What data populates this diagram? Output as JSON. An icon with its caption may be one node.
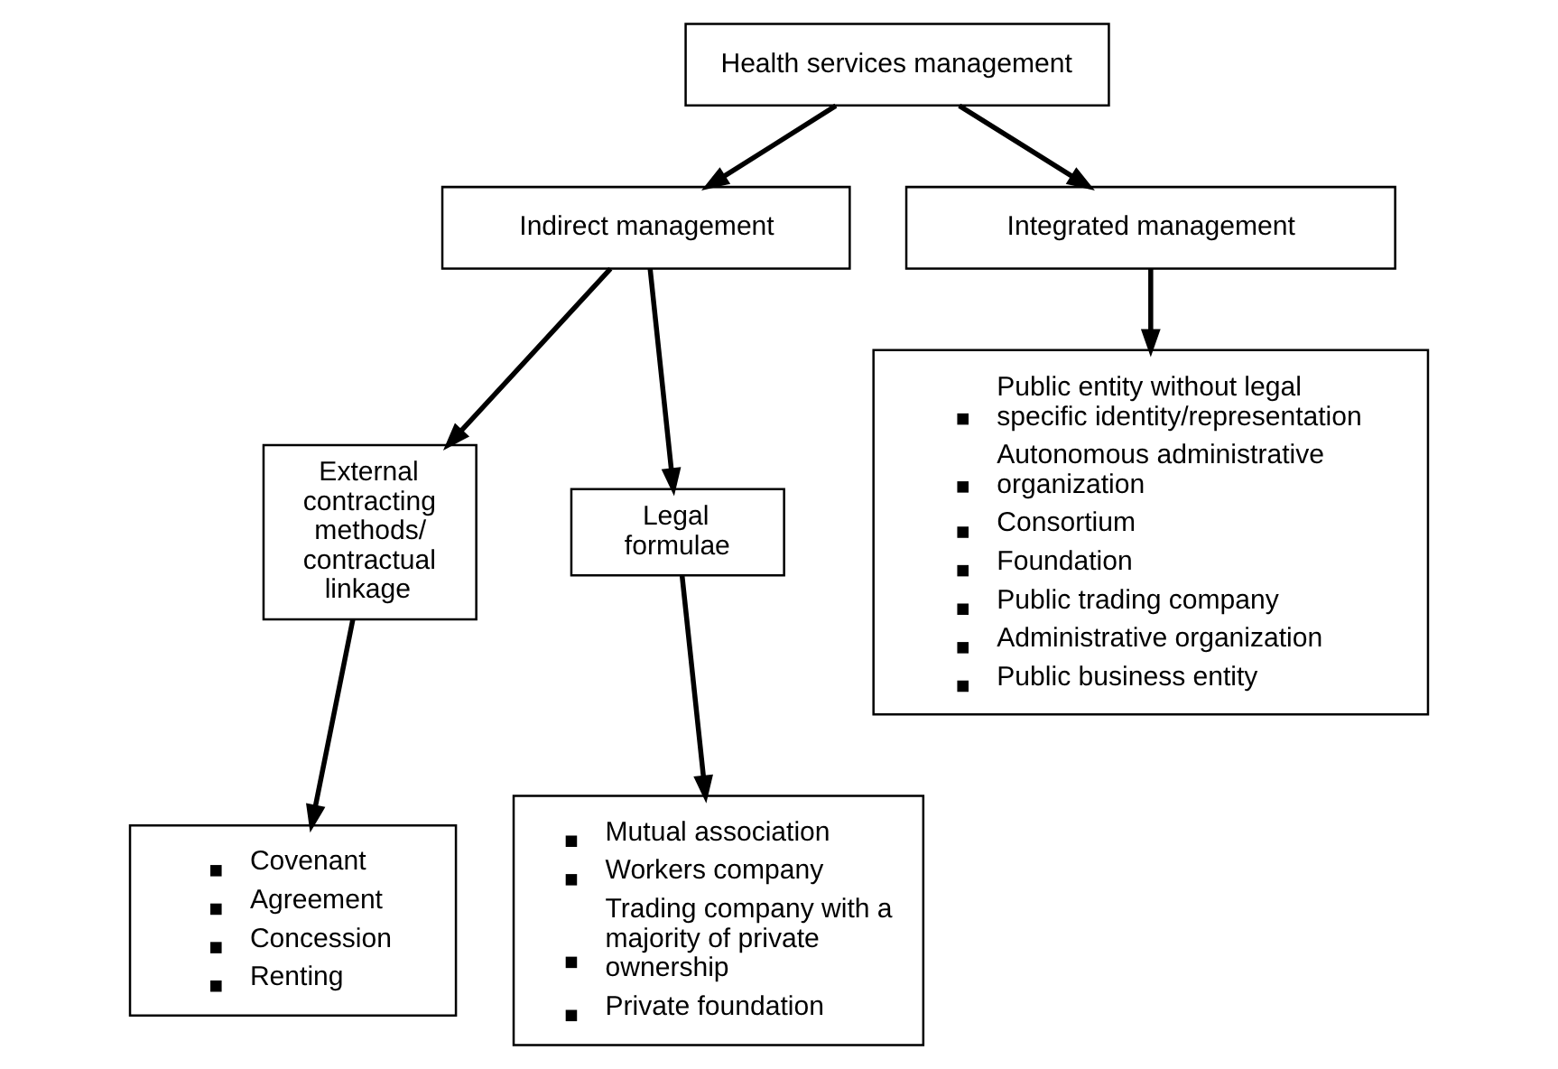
{
  "diagram": {
    "nodes": [
      {
        "text": [
          "Health services management"
        ]
      },
      {
        "text": [
          "Indirect management"
        ]
      },
      {
        "text": [
          "Integrated management"
        ]
      },
      {
        "text": [
          "External contracting methods/ contractual linkage"
        ]
      },
      {
        "text": [
          "Legal formulae"
        ]
      },
      {
        "text": [
          "Covenant",
          "Agreement",
          "Concession",
          "Renting"
        ]
      },
      {
        "text": [
          "Mutual association",
          "Workers company",
          "Trading company with a majority of private ownership",
          "Private foundation"
        ]
      },
      {
        "text": [
          "Public entity without legal specific identity/representation",
          "Autonomous administrative organization",
          "Consortium",
          "Foundation",
          "Public trading company",
          "Administrative organization",
          "Public business entity"
        ]
      }
    ],
    "edges": [
      {
        "from": 0,
        "to": 1,
        "arrow": "to"
      },
      {
        "from": 0,
        "to": 2,
        "arrow": "to"
      },
      {
        "from": 1,
        "to": 3,
        "arrow": "to"
      },
      {
        "from": 1,
        "to": 4,
        "arrow": "to"
      },
      {
        "from": 3,
        "to": 5,
        "arrow": "to"
      },
      {
        "from": 4,
        "to": 6,
        "arrow": "to"
      },
      {
        "from": 2,
        "to": 7,
        "arrow": "to"
      }
    ]
  }
}
